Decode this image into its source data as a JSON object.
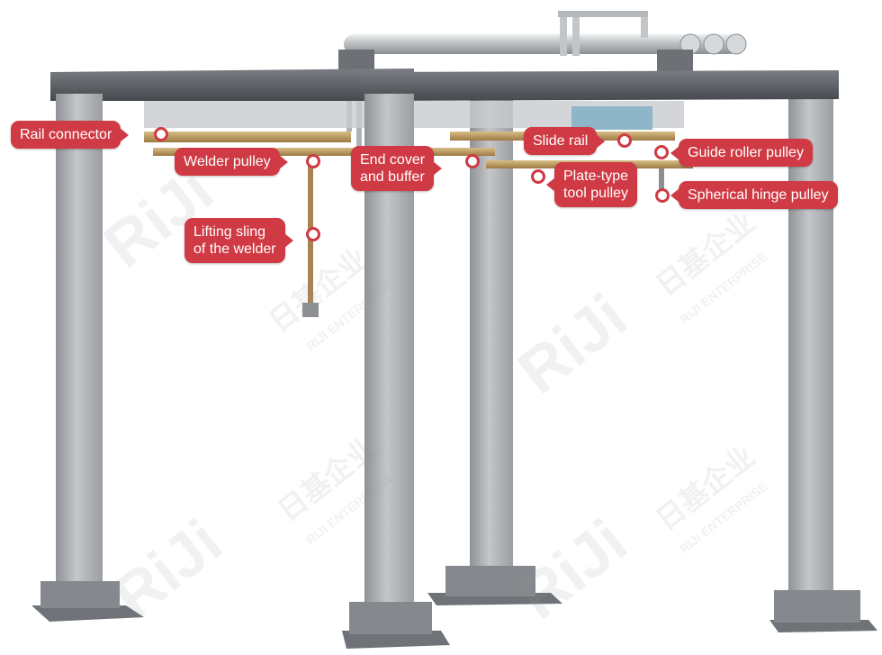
{
  "watermark": {
    "brand": "RiJi",
    "cn": "日基企业",
    "en": "RIJI ENTERPRISE"
  },
  "colors": {
    "callout": "#cf3a44",
    "steel": "#a7a9ac",
    "beam": "#5b5f63",
    "brass": "#b9955a"
  },
  "callouts": [
    {
      "id": "rail-connector",
      "lines": [
        "Rail connector"
      ]
    },
    {
      "id": "welder-pulley",
      "lines": [
        "Welder pulley"
      ]
    },
    {
      "id": "lifting-sling",
      "lines": [
        "Lifting sling",
        "of the welder"
      ]
    },
    {
      "id": "end-cover",
      "lines": [
        "End cover",
        "and buffer"
      ]
    },
    {
      "id": "slide-rail",
      "lines": [
        "Slide rail"
      ]
    },
    {
      "id": "guide-roller",
      "lines": [
        "Guide roller pulley"
      ]
    },
    {
      "id": "plate-type",
      "lines": [
        "Plate-type",
        "tool pulley"
      ]
    },
    {
      "id": "spherical-hinge",
      "lines": [
        "Spherical hinge pulley"
      ]
    }
  ]
}
